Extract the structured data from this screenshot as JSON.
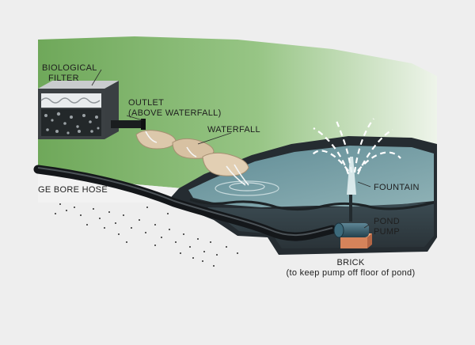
{
  "labels": {
    "biological_filter": [
      "BIOLOGICAL",
      "FILTER"
    ],
    "outlet": [
      "OUTLET",
      "(ABOVE WATERFALL)"
    ],
    "waterfall": "WATERFALL",
    "hose": "GE BORE HOSE",
    "fountain": "FOUNTAIN",
    "pond_pump": [
      "POND",
      "PUMP"
    ],
    "brick": [
      "BRICK",
      "(to keep pump off floor of pond)"
    ]
  },
  "colors": {
    "background": "#eeeeee",
    "grass": "#7fb36a",
    "water": "#6f98a0",
    "liner": "#232b30",
    "hose": "#16191b",
    "brick": "#d9875a",
    "pump": "#2f5566",
    "rock": "#d8c3a6"
  }
}
